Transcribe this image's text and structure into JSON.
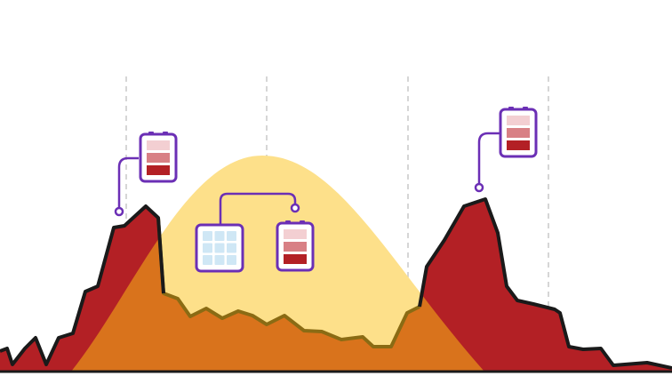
{
  "colors": {
    "background": "#ffffff",
    "solar_fill": "#fde08a",
    "demand_fill": "#b32025",
    "overlap_fill": "#d9731c",
    "demand_outline": "#1a1a1a",
    "overlap_outline": "#8a6b14",
    "gridline": "#c8c8c8",
    "connector": "#6b2fb5",
    "battery_outline": "#6b2fb5",
    "battery_cell_high": "#f3cfd2",
    "battery_cell_mid": "#d88085",
    "battery_cell_low": "#b32025",
    "panel_cell": "#cfe7f5",
    "baseline": "#1a1a1a"
  },
  "icons": {
    "battery": "battery-icon",
    "solar_panel": "solar-panel-icon"
  },
  "battery_levels": [
    "high",
    "mid",
    "low"
  ]
}
